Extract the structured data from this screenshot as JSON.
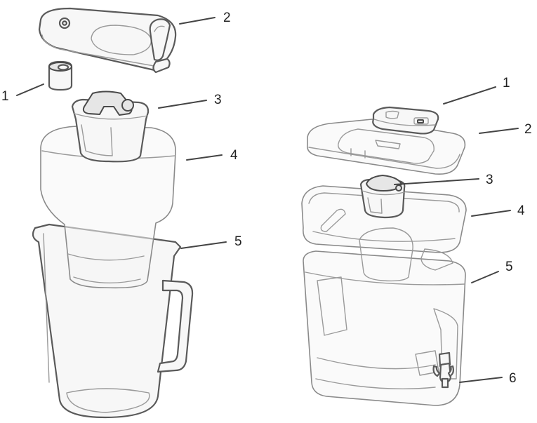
{
  "pitcher": {
    "callouts": [
      "1",
      "2",
      "3",
      "4",
      "5"
    ]
  },
  "dispenser": {
    "callouts": [
      "1",
      "2",
      "3",
      "4",
      "5",
      "6"
    ]
  }
}
